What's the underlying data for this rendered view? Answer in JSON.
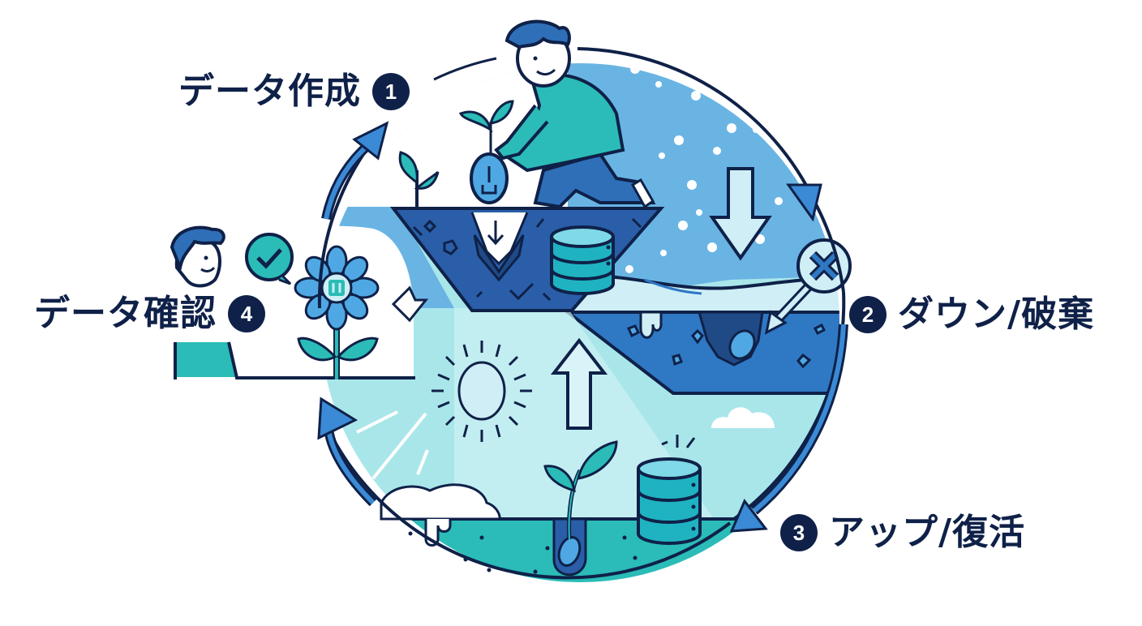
{
  "diagram": {
    "type": "cycle",
    "title": "",
    "colors": {
      "outline": "#0f2148",
      "sky_blue": "#6ab4e4",
      "deep_blue": "#2f6fb8",
      "soil_blue": "#2a5ea8",
      "ice": "#cfeef6",
      "light_cyan": "#a9e6ea",
      "teal": "#2bbcb7",
      "arrow_blue": "#3a8ad6",
      "text": "#0f2148"
    },
    "steps": [
      {
        "number": "1",
        "label": "データ作成",
        "scene": "person planting a seed (data) into soil next to a database"
      },
      {
        "number": "2",
        "label": "ダウン/破棄",
        "scene": "snow falling, down arrow, seed discarded with X marker into frozen ground"
      },
      {
        "number": "3",
        "label": "アップ/復活",
        "scene": "sun shining, up arrow, seed sprouting next to a glowing database"
      },
      {
        "number": "4",
        "label": "データ確認",
        "scene": "person confirming a blooming flower with a check-mark speech bubble"
      }
    ],
    "flow": [
      "1",
      "2",
      "3",
      "4",
      "1"
    ],
    "icons": [
      "person-icon",
      "seed-icon",
      "sprout-icon",
      "database-icon",
      "snow-icon",
      "down-arrow-icon",
      "x-mark-icon",
      "sun-icon",
      "up-arrow-icon",
      "cloud-icon",
      "flower-icon",
      "check-bubble-icon",
      "cycle-arrow-icon"
    ]
  }
}
